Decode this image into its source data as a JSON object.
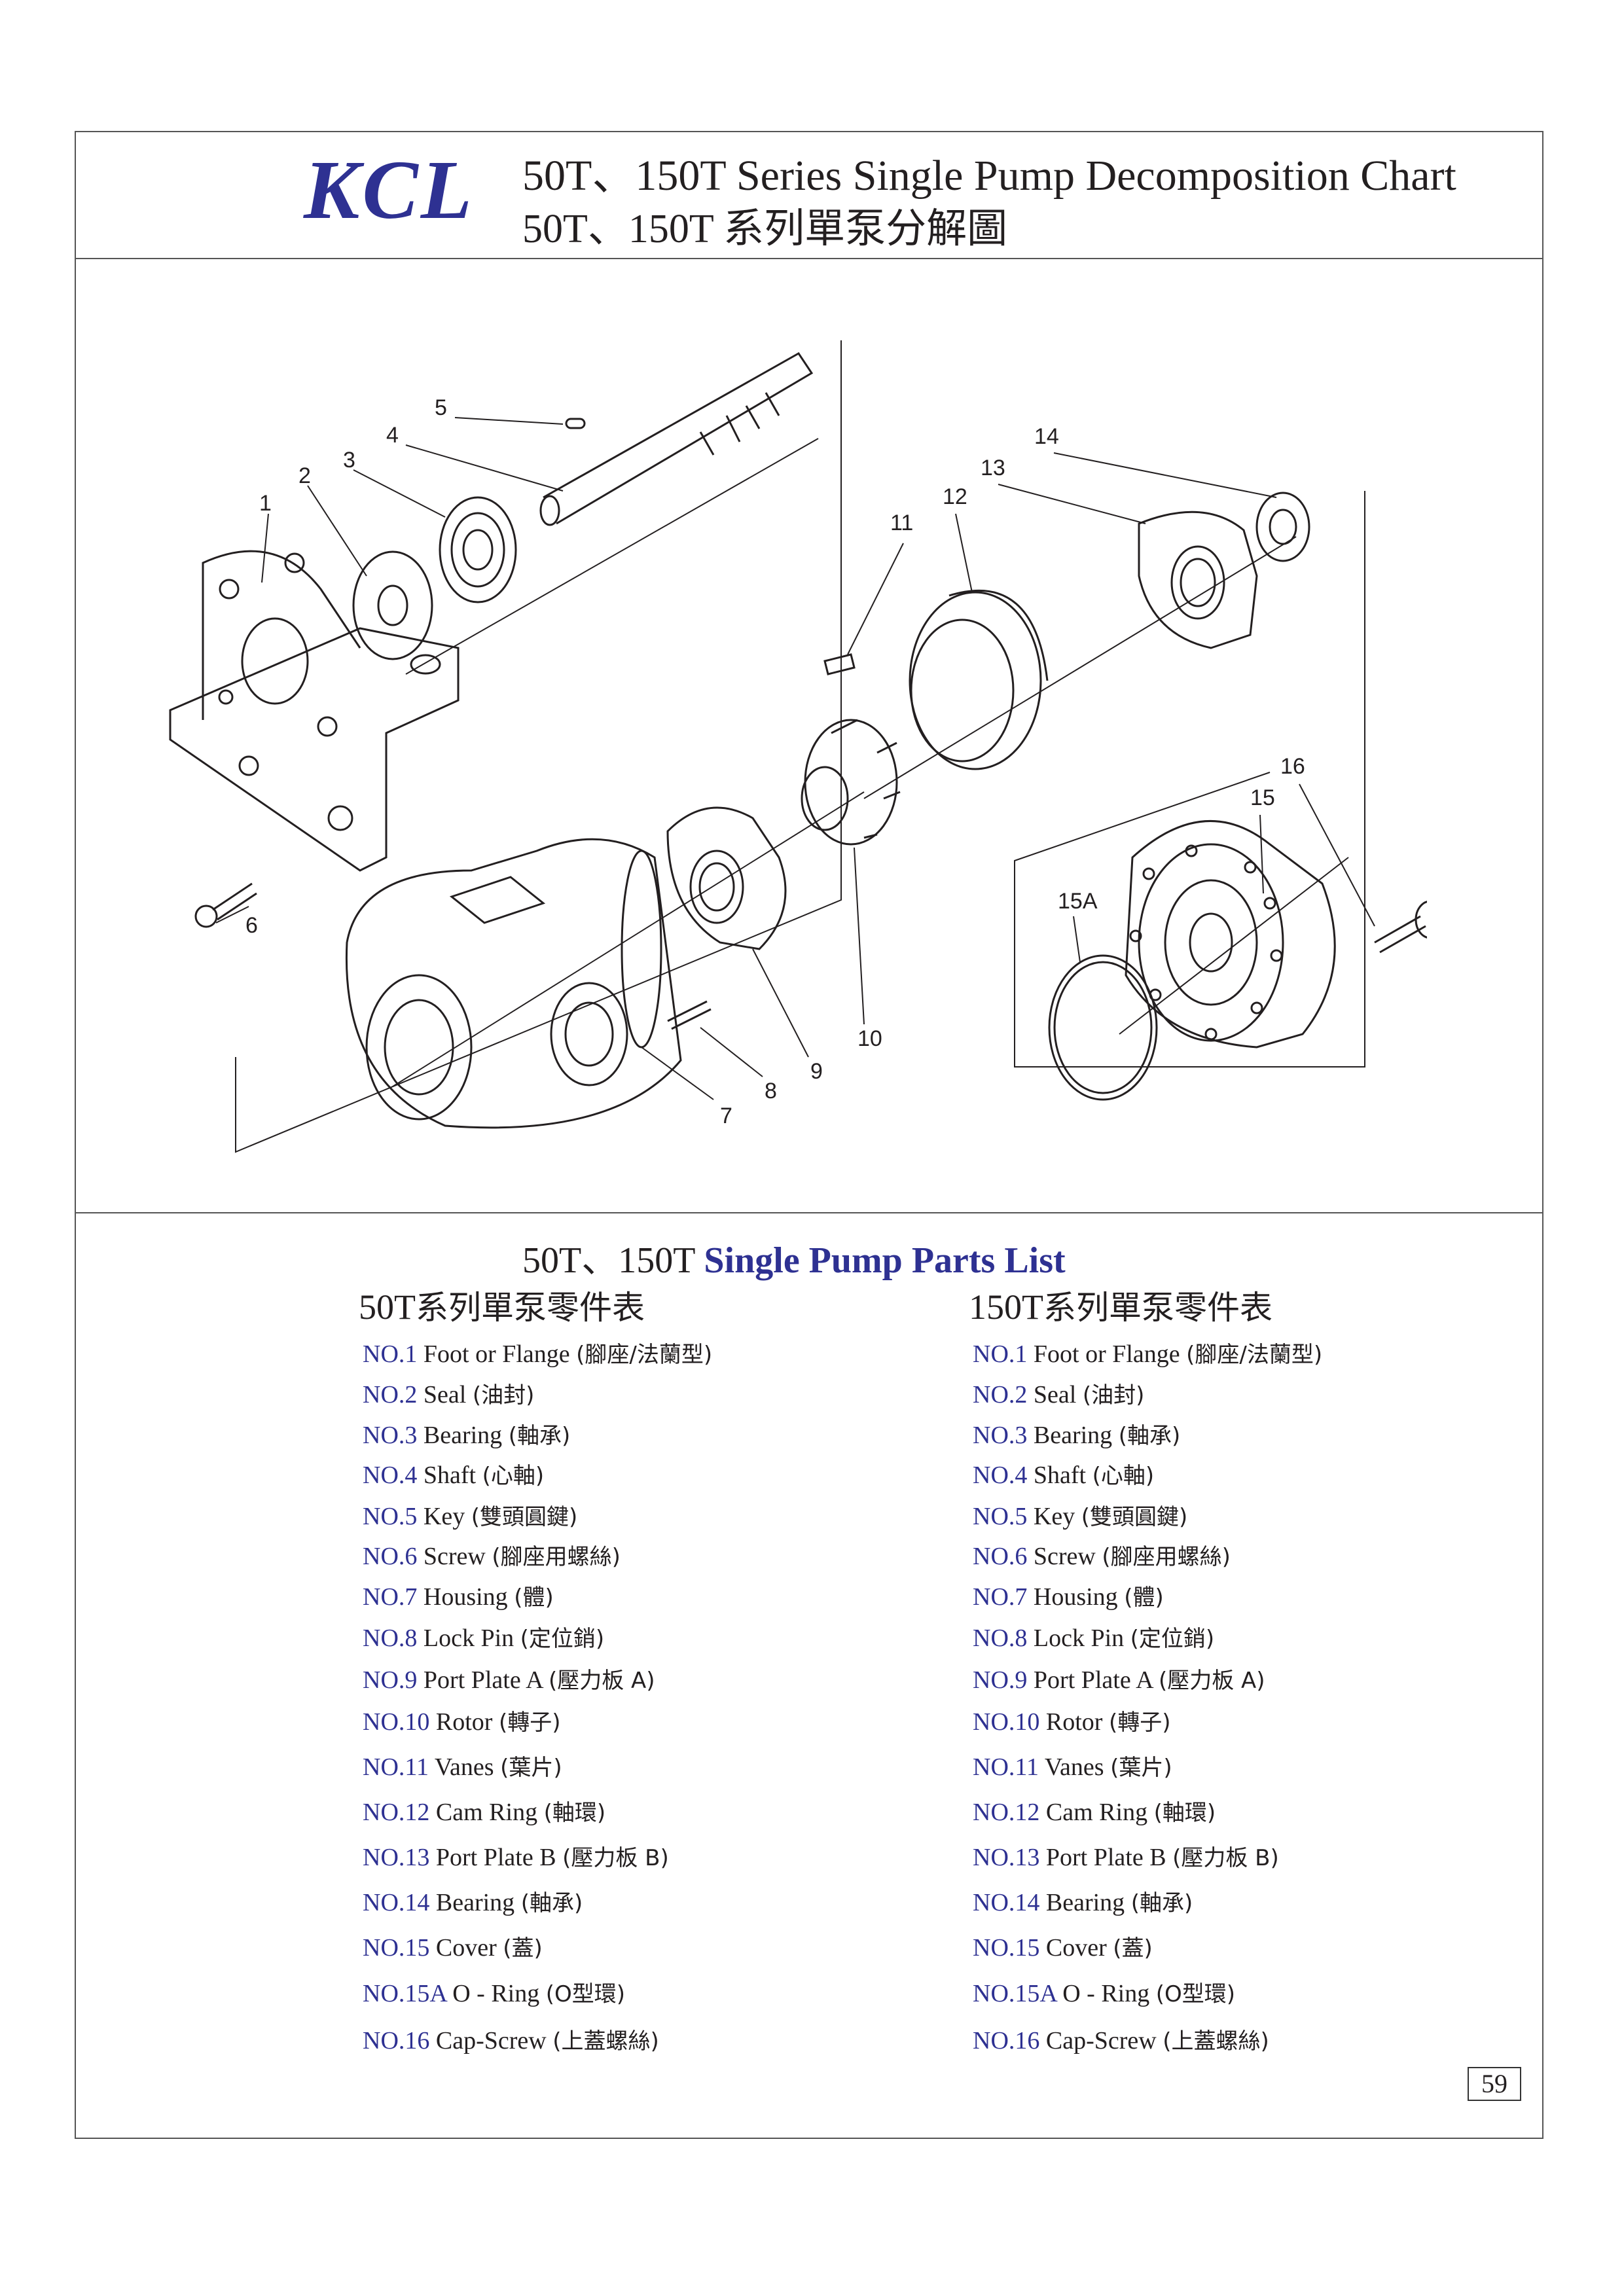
{
  "header": {
    "logo": "KCL",
    "title_en": "50T、150T Series Single  Pump Decomposition Chart",
    "title_zh_prefix": "50T、150T ",
    "title_zh_main": "系列單泵分解圖"
  },
  "diagram": {
    "callouts": [
      "1",
      "2",
      "3",
      "4",
      "5",
      "6",
      "7",
      "8",
      "9",
      "10",
      "11",
      "12",
      "13",
      "14",
      "15",
      "15A",
      "16"
    ]
  },
  "parts": {
    "heading_prefix": "50T、150T ",
    "heading_main": "Single  Pump Parts List",
    "lists": [
      {
        "model": "50T",
        "title_zh": "系列單泵零件表",
        "rows": [
          {
            "no": "NO.1",
            "name": "Foot or Flange",
            "zh": "(腳座/法蘭型)"
          },
          {
            "no": "NO.2",
            "name": "Seal",
            "zh": "(油封)"
          },
          {
            "no": "NO.3",
            "name": "Bearing",
            "zh": "(軸承)"
          },
          {
            "no": "NO.4",
            "name": "Shaft",
            "zh": "(心軸)"
          },
          {
            "no": "NO.5",
            "name": "Key",
            "zh": "(雙頭圓鍵)"
          },
          {
            "no": "NO.6",
            "name": "Screw",
            "zh": "(腳座用螺絲)"
          },
          {
            "no": "NO.7",
            "name": "Housing",
            "zh": "(體)"
          },
          {
            "no": "NO.8",
            "name": "Lock Pin",
            "zh": "(定位銷)"
          },
          {
            "no": "NO.9",
            "name": "Port Plate A",
            "zh": "(壓力板 A)"
          },
          {
            "no": "NO.10",
            "name": "Rotor",
            "zh": "(轉子)"
          },
          {
            "no": "NO.11",
            "name": "Vanes",
            "zh": "(葉片)"
          },
          {
            "no": "NO.12",
            "name": "Cam Ring",
            "zh": "(軸環)"
          },
          {
            "no": "NO.13",
            "name": "Port Plate B",
            "zh": "(壓力板 B)"
          },
          {
            "no": "NO.14",
            "name": "Bearing",
            "zh": "(軸承)"
          },
          {
            "no": "NO.15",
            "name": "Cover",
            "zh": "(蓋)"
          },
          {
            "no": "NO.15A",
            "name": "O - Ring",
            "zh": "(O型環)"
          },
          {
            "no": "NO.16",
            "name": "Cap-Screw",
            "zh": "(上蓋螺絲)"
          }
        ]
      },
      {
        "model": "150T",
        "title_zh": "系列單泵零件表",
        "rows": [
          {
            "no": "NO.1",
            "name": "Foot or Flange",
            "zh": "(腳座/法蘭型)"
          },
          {
            "no": "NO.2",
            "name": "Seal",
            "zh": "(油封)"
          },
          {
            "no": "NO.3",
            "name": "Bearing",
            "zh": "(軸承)"
          },
          {
            "no": "NO.4",
            "name": "Shaft",
            "zh": "(心軸)"
          },
          {
            "no": "NO.5",
            "name": "Key",
            "zh": "(雙頭圓鍵)"
          },
          {
            "no": "NO.6",
            "name": "Screw",
            "zh": "(腳座用螺絲)"
          },
          {
            "no": "NO.7",
            "name": "Housing",
            "zh": "(體)"
          },
          {
            "no": "NO.8",
            "name": "Lock Pin",
            "zh": "(定位銷)"
          },
          {
            "no": "NO.9",
            "name": "Port Plate A",
            "zh": "(壓力板 A)"
          },
          {
            "no": "NO.10",
            "name": "Rotor",
            "zh": "(轉子)"
          },
          {
            "no": "NO.11",
            "name": "Vanes",
            "zh": "(葉片)"
          },
          {
            "no": "NO.12",
            "name": "Cam Ring",
            "zh": "(軸環)"
          },
          {
            "no": "NO.13",
            "name": "Port Plate B",
            "zh": "(壓力板 B)"
          },
          {
            "no": "NO.14",
            "name": "Bearing",
            "zh": "(軸承)"
          },
          {
            "no": "NO.15",
            "name": "Cover",
            "zh": "(蓋)"
          },
          {
            "no": "NO.15A",
            "name": "O - Ring",
            "zh": "(O型環)"
          },
          {
            "no": "NO.16",
            "name": "Cap-Screw",
            "zh": "(上蓋螺絲)"
          }
        ]
      }
    ]
  },
  "footer": {
    "page_number": "59"
  }
}
